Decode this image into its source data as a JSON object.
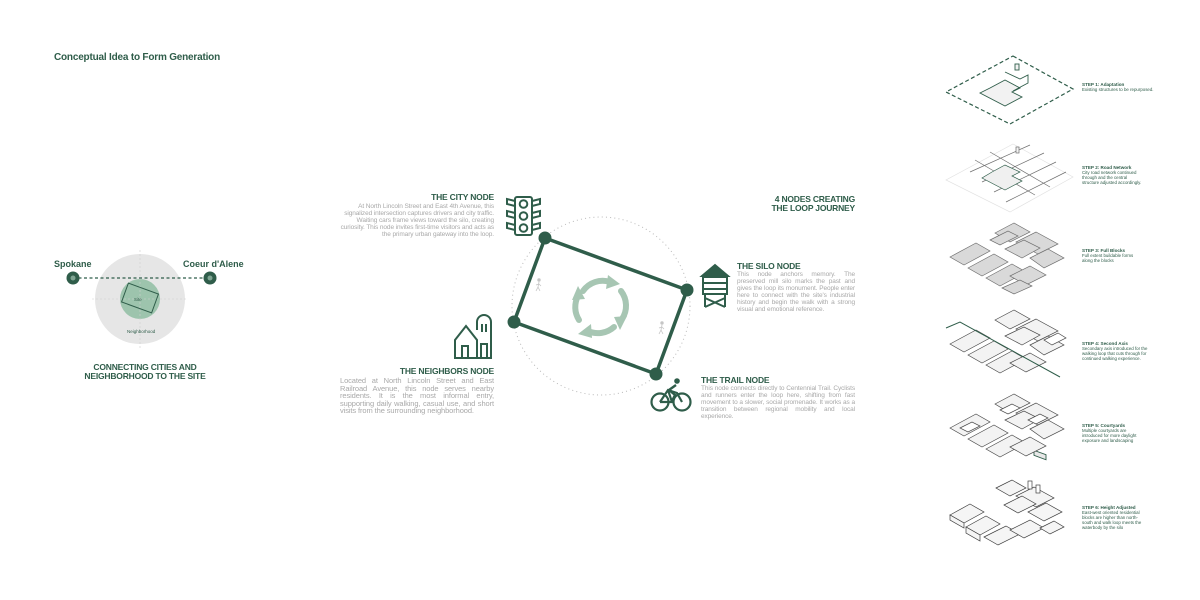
{
  "title": "Conceptual Idea to Form Generation",
  "connecting": {
    "city_left": "Spokane",
    "city_right": "Coeur d'Alene",
    "site_label": "Site",
    "neighborhood_label": "Neighborhood",
    "caption_line1": "CONNECTING CITIES AND",
    "caption_line2": "NEIGHBORHOOD TO THE SITE"
  },
  "nodes_heading": {
    "line1": "4 NODES CREATING",
    "line2": "THE LOOP JOURNEY"
  },
  "nodes": {
    "city": {
      "title": "THE CITY NODE",
      "text": "At North Lincoln Street and East 4th Avenue, this signalized intersection captures drivers and city traffic. Waiting cars frame views toward the silo, creating curiosity. This node invites first-time visitors and acts as the primary urban gateway into the loop."
    },
    "silo": {
      "title": "THE SILO NODE",
      "text": "This node anchors memory. The preserved mill silo marks the past and gives the loop its monument. People enter here to connect with the site's industrial history and begin the walk with a strong visual and emotional reference."
    },
    "neighbors": {
      "title": "THE NEIGHBORS NODE",
      "text": "Located at North Lincoln Street and East Railroad Avenue, this node serves nearby residents. It is the most informal entry, supporting daily walking, casual use, and short visits from the surrounding neighborhood."
    },
    "trail": {
      "title": "THE TRAIL NODE",
      "text": "This node connects directly to Centennial Trail. Cyclists and runners enter the loop here, shifting from fast movement to a slower, social promenade. It works as a transition between regional mobility and local experience."
    }
  },
  "steps": [
    {
      "title": "STEP 1: Adaptation",
      "text": "Existing structures to be repurposed."
    },
    {
      "title": "STEP 2: Road Network",
      "text": "City road network continued through and the central structure adjusted accordingly."
    },
    {
      "title": "STEP 3: Full Blocks",
      "text": "Full extent buildable forms along the blocks"
    },
    {
      "title": "STEP 4: Second Axis",
      "text": "Secondary axis introduced for the walking loop that cuts through for continued walking experience."
    },
    {
      "title": "STEP 5: Courtyards",
      "text": "Multiple courtyards are introduced for more daylight exposure and landscaping"
    },
    {
      "title": "STEP 6: Height Adjusted",
      "text": "East-west oriented residential blocks are higher than north-south and walk loop meets the waterbody by the silo"
    }
  ],
  "icons": [
    "traffic-light-icon",
    "silo-icon",
    "house-barn-icon",
    "bicycle-icon",
    "recycle-arrows-icon",
    "pedestrian-icon"
  ],
  "colors": {
    "accent": "#2f5d4a",
    "body_text": "#a9a9a9",
    "light_green": "#9dc4ad",
    "circle_grey": "#e4e4e4"
  }
}
